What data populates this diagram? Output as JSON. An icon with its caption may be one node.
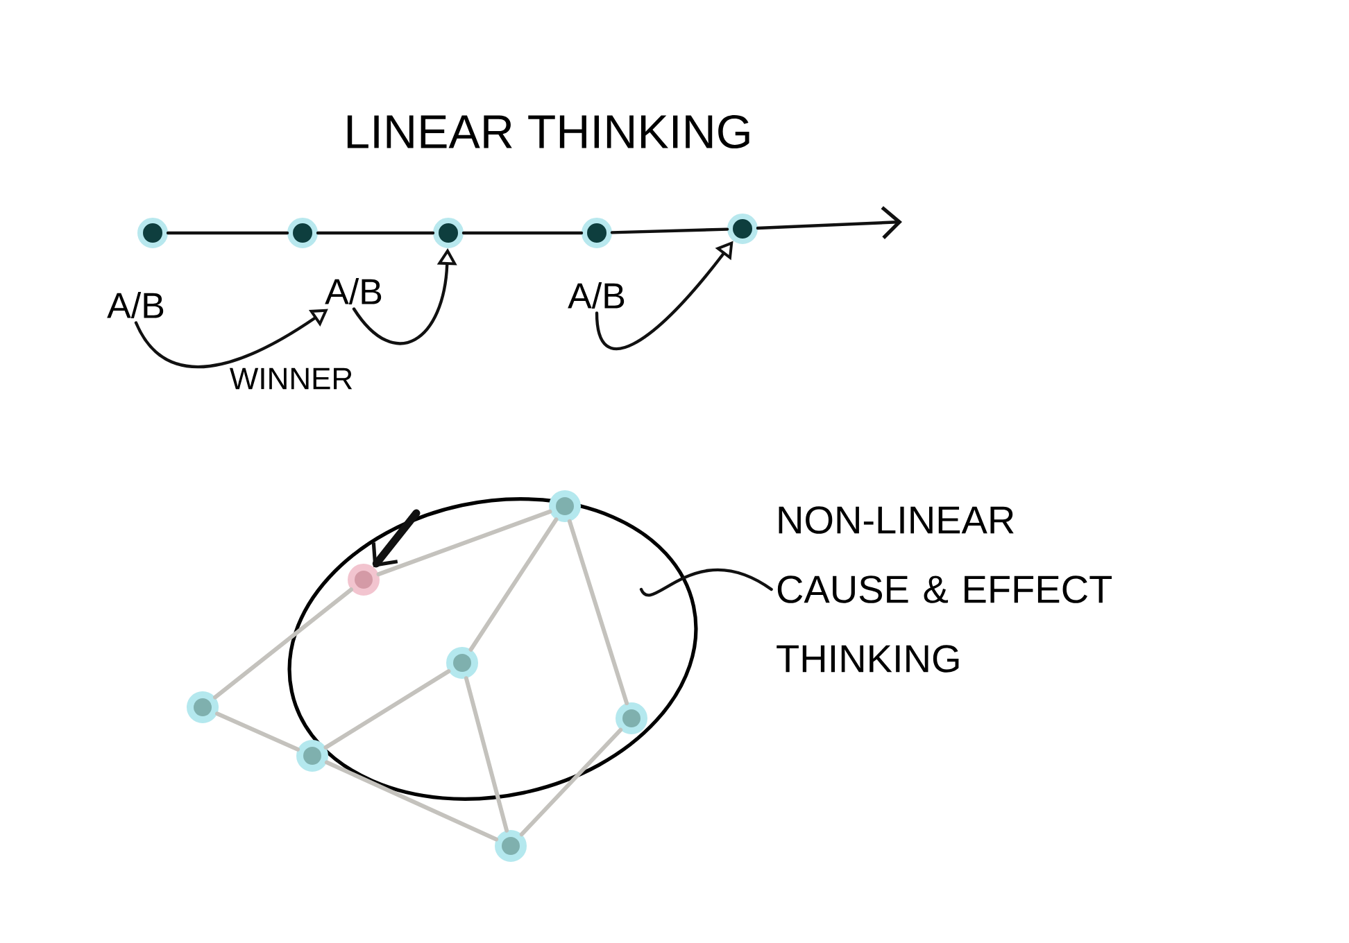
{
  "diagram": {
    "title": "LINEAR THINKING",
    "nodes": [
      {
        "text": [],
        "shape": "circle"
      },
      {
        "text": [],
        "shape": "circle"
      },
      {
        "text": [],
        "shape": "circle"
      },
      {
        "text": [],
        "shape": "circle"
      },
      {
        "text": [],
        "shape": "circle"
      },
      {
        "text": [
          "A/B"
        ]
      },
      {
        "text": [
          "A/B"
        ]
      },
      {
        "text": [
          "A/B"
        ]
      },
      {
        "text": [
          "NON-LINEAR CAUSE & EFFECT THINKING"
        ]
      },
      {
        "text": [],
        "shape": "circle"
      },
      {
        "text": [],
        "shape": "circle"
      },
      {
        "text": [],
        "shape": "circle"
      },
      {
        "text": [],
        "shape": "circle"
      },
      {
        "text": [],
        "shape": "circle"
      },
      {
        "text": [],
        "shape": "circle"
      },
      {
        "text": [],
        "shape": "circle"
      }
    ],
    "edges": [
      {
        "from": 0,
        "to": 1,
        "arrow": "none"
      },
      {
        "from": 1,
        "to": 2,
        "arrow": "none"
      },
      {
        "from": 2,
        "to": 3,
        "arrow": "none"
      },
      {
        "from": 3,
        "to": 4,
        "arrow": "none"
      },
      {
        "from": 4,
        "to": null,
        "arrow": "to"
      },
      {
        "from": 5,
        "to": 6,
        "arrow": "to"
      },
      {
        "from": 6,
        "to": 2,
        "arrow": "to"
      },
      {
        "from": 7,
        "to": 4,
        "arrow": "to"
      },
      {
        "from": 9,
        "to": 10,
        "arrow": "none",
        "color": "#c4c2bd"
      },
      {
        "from": 9,
        "to": 11,
        "arrow": "none",
        "color": "#c4c2bd"
      },
      {
        "from": 9,
        "to": 14,
        "arrow": "none",
        "color": "#c4c2bd"
      },
      {
        "from": 10,
        "to": 12,
        "arrow": "none",
        "color": "#c4c2bd"
      },
      {
        "from": 12,
        "to": 13,
        "arrow": "none",
        "color": "#c4c2bd"
      },
      {
        "from": 13,
        "to": 11,
        "arrow": "none",
        "color": "#c4c2bd"
      },
      {
        "from": 11,
        "to": 15,
        "arrow": "none",
        "color": "#c4c2bd"
      },
      {
        "from": 13,
        "to": 15,
        "arrow": "none",
        "color": "#c4c2bd"
      },
      {
        "from": 14,
        "to": 15,
        "arrow": "none",
        "color": "#c4c2bd"
      },
      {
        "from": 8,
        "to": null,
        "arrow": "none"
      },
      {
        "from": null,
        "to": 10,
        "arrow": "to",
        "style": "thick"
      }
    ],
    "labels": [
      "WINNER"
    ]
  }
}
